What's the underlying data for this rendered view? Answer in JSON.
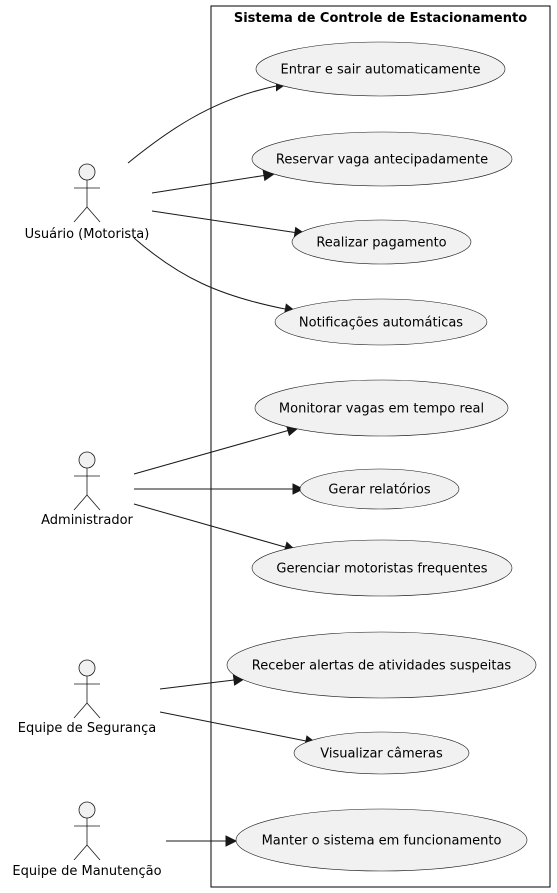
{
  "system": {
    "title": "Sistema de Controle de Estacionamento"
  },
  "actors": [
    {
      "id": "motorista",
      "label": "Usuário (Motorista)"
    },
    {
      "id": "admin",
      "label": "Administrador"
    },
    {
      "id": "seguranca",
      "label": "Equipe de Segurança"
    },
    {
      "id": "manutencao",
      "label": "Equipe de Manutenção"
    }
  ],
  "use_cases": [
    {
      "id": "uc1",
      "label": "Entrar e sair automaticamente"
    },
    {
      "id": "uc2",
      "label": "Reservar vaga antecipadamente"
    },
    {
      "id": "uc3",
      "label": "Realizar pagamento"
    },
    {
      "id": "uc4",
      "label": "Notificações automáticas"
    },
    {
      "id": "uc5",
      "label": "Monitorar vagas em tempo real"
    },
    {
      "id": "uc6",
      "label": "Gerar relatórios"
    },
    {
      "id": "uc7",
      "label": "Gerenciar motoristas frequentes"
    },
    {
      "id": "uc8",
      "label": "Receber alertas de atividades suspeitas"
    },
    {
      "id": "uc9",
      "label": "Visualizar câmeras"
    },
    {
      "id": "uc10",
      "label": "Manter o sistema em funcionamento"
    }
  ],
  "associations": [
    {
      "from": "motorista",
      "to": "uc1"
    },
    {
      "from": "motorista",
      "to": "uc2"
    },
    {
      "from": "motorista",
      "to": "uc3"
    },
    {
      "from": "motorista",
      "to": "uc4"
    },
    {
      "from": "admin",
      "to": "uc5"
    },
    {
      "from": "admin",
      "to": "uc6"
    },
    {
      "from": "admin",
      "to": "uc7"
    },
    {
      "from": "seguranca",
      "to": "uc8"
    },
    {
      "from": "seguranca",
      "to": "uc9"
    },
    {
      "from": "manutencao",
      "to": "uc10"
    }
  ]
}
